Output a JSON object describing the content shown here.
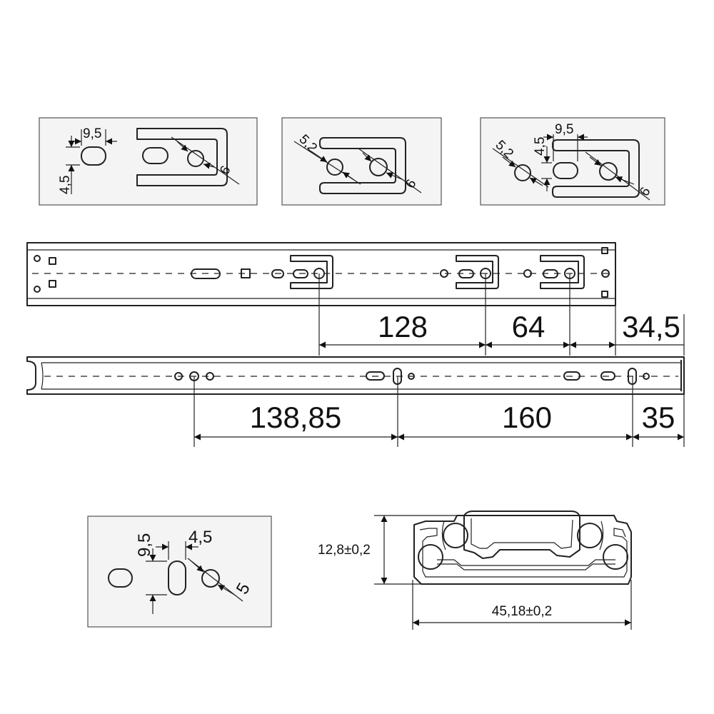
{
  "detail_top_left": {
    "width_label": "9,5",
    "height_label": "4,5",
    "hole_label": "6"
  },
  "detail_top_mid": {
    "hole_small_label": "5,2",
    "hole_label": "6"
  },
  "detail_top_right": {
    "hole_small_label": "5,2",
    "height_label": "4,5",
    "width_label": "9,5",
    "hole_label": "6"
  },
  "upper_rail": {
    "dim_1": "128",
    "dim_2": "64",
    "dim_3": "34,5"
  },
  "lower_rail": {
    "dim_1": "138,85",
    "dim_2": "160",
    "dim_3": "35"
  },
  "detail_bottom": {
    "height_label": "9,5",
    "width_label": "4,5",
    "hole_label": "5"
  },
  "cross_section": {
    "height_label": "12,8±0,2",
    "width_label": "45,18±0,2"
  },
  "colors": {
    "line": "#222222",
    "panel": "#f4f4f4",
    "panel_border": "#555555"
  }
}
